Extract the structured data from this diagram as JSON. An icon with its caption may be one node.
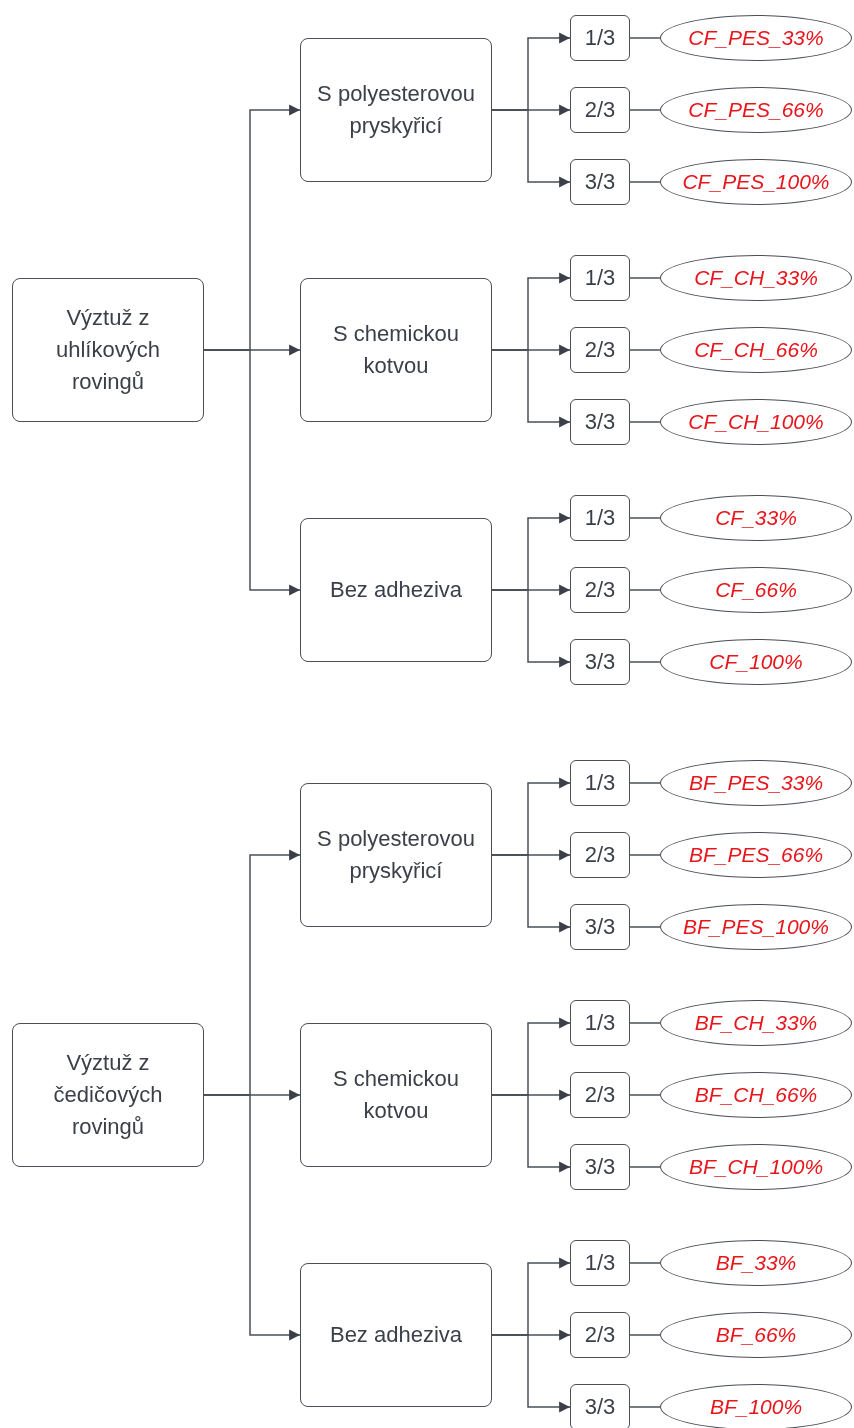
{
  "diagram": {
    "nodes": [
      {
        "text": [
          "Výztuž z uhlíkových rovingů"
        ]
      },
      {
        "text": [
          "S polyesterovou pryskyřicí"
        ]
      },
      {
        "text": [
          "1/3"
        ]
      },
      {
        "text": [
          "CF_PES_33%"
        ]
      },
      {
        "text": [
          "2/3"
        ]
      },
      {
        "text": [
          "CF_PES_66%"
        ]
      },
      {
        "text": [
          "3/3"
        ]
      },
      {
        "text": [
          "CF_PES_100%"
        ]
      },
      {
        "text": [
          "S chemickou kotvou"
        ]
      },
      {
        "text": [
          "1/3"
        ]
      },
      {
        "text": [
          "CF_CH_33%"
        ]
      },
      {
        "text": [
          "2/3"
        ]
      },
      {
        "text": [
          "CF_CH_66%"
        ]
      },
      {
        "text": [
          "3/3"
        ]
      },
      {
        "text": [
          "CF_CH_100%"
        ]
      },
      {
        "text": [
          "Bez adheziva"
        ]
      },
      {
        "text": [
          "1/3"
        ]
      },
      {
        "text": [
          "CF_33%"
        ]
      },
      {
        "text": [
          "2/3"
        ]
      },
      {
        "text": [
          "CF_66%"
        ]
      },
      {
        "text": [
          "3/3"
        ]
      },
      {
        "text": [
          "CF_100%"
        ]
      },
      {
        "text": [
          "Výztuž z čedičových rovingů"
        ]
      },
      {
        "text": [
          "S polyesterovou pryskyřicí"
        ]
      },
      {
        "text": [
          "1/3"
        ]
      },
      {
        "text": [
          "BF_PES_33%"
        ]
      },
      {
        "text": [
          "2/3"
        ]
      },
      {
        "text": [
          "BF_PES_66%"
        ]
      },
      {
        "text": [
          "3/3"
        ]
      },
      {
        "text": [
          "BF_PES_100%"
        ]
      },
      {
        "text": [
          "S chemickou kotvou"
        ]
      },
      {
        "text": [
          "1/3"
        ]
      },
      {
        "text": [
          "BF_CH_33%"
        ]
      },
      {
        "text": [
          "2/3"
        ]
      },
      {
        "text": [
          "BF_CH_66%"
        ]
      },
      {
        "text": [
          "3/3"
        ]
      },
      {
        "text": [
          "BF_CH_100%"
        ]
      },
      {
        "text": [
          "Bez adheziva"
        ]
      },
      {
        "text": [
          "1/3"
        ]
      },
      {
        "text": [
          "BF_33%"
        ]
      },
      {
        "text": [
          "2/3"
        ]
      },
      {
        "text": [
          "BF_66%"
        ]
      },
      {
        "text": [
          "3/3"
        ]
      },
      {
        "text": [
          "BF_100%"
        ]
      }
    ],
    "edges": [
      {
        "from": 0,
        "to": 1,
        "arrow": "to"
      },
      {
        "from": 0,
        "to": 8,
        "arrow": "to"
      },
      {
        "from": 0,
        "to": 15,
        "arrow": "to"
      },
      {
        "from": 1,
        "to": 2,
        "arrow": "to"
      },
      {
        "from": 1,
        "to": 4,
        "arrow": "to"
      },
      {
        "from": 1,
        "to": 6,
        "arrow": "to"
      },
      {
        "from": 2,
        "to": 3,
        "arrow": "none"
      },
      {
        "from": 4,
        "to": 5,
        "arrow": "none"
      },
      {
        "from": 6,
        "to": 7,
        "arrow": "none"
      },
      {
        "from": 8,
        "to": 9,
        "arrow": "to"
      },
      {
        "from": 8,
        "to": 11,
        "arrow": "to"
      },
      {
        "from": 8,
        "to": 13,
        "arrow": "to"
      },
      {
        "from": 9,
        "to": 10,
        "arrow": "none"
      },
      {
        "from": 11,
        "to": 12,
        "arrow": "none"
      },
      {
        "from": 13,
        "to": 14,
        "arrow": "none"
      },
      {
        "from": 15,
        "to": 16,
        "arrow": "to"
      },
      {
        "from": 15,
        "to": 18,
        "arrow": "to"
      },
      {
        "from": 15,
        "to": 20,
        "arrow": "to"
      },
      {
        "from": 16,
        "to": 17,
        "arrow": "none"
      },
      {
        "from": 18,
        "to": 19,
        "arrow": "none"
      },
      {
        "from": 20,
        "to": 21,
        "arrow": "none"
      },
      {
        "from": 22,
        "to": 23,
        "arrow": "to"
      },
      {
        "from": 22,
        "to": 30,
        "arrow": "to"
      },
      {
        "from": 22,
        "to": 37,
        "arrow": "to"
      },
      {
        "from": 23,
        "to": 24,
        "arrow": "to"
      },
      {
        "from": 23,
        "to": 26,
        "arrow": "to"
      },
      {
        "from": 23,
        "to": 28,
        "arrow": "to"
      },
      {
        "from": 24,
        "to": 25,
        "arrow": "none"
      },
      {
        "from": 26,
        "to": 27,
        "arrow": "none"
      },
      {
        "from": 28,
        "to": 29,
        "arrow": "none"
      },
      {
        "from": 30,
        "to": 31,
        "arrow": "to"
      },
      {
        "from": 30,
        "to": 33,
        "arrow": "to"
      },
      {
        "from": 30,
        "to": 35,
        "arrow": "to"
      },
      {
        "from": 31,
        "to": 32,
        "arrow": "none"
      },
      {
        "from": 33,
        "to": 34,
        "arrow": "none"
      },
      {
        "from": 35,
        "to": 36,
        "arrow": "none"
      },
      {
        "from": 37,
        "to": 38,
        "arrow": "to"
      },
      {
        "from": 37,
        "to": 40,
        "arrow": "to"
      },
      {
        "from": 37,
        "to": 42,
        "arrow": "to"
      },
      {
        "from": 38,
        "to": 39,
        "arrow": "none"
      },
      {
        "from": 40,
        "to": 41,
        "arrow": "none"
      },
      {
        "from": 42,
        "to": 43,
        "arrow": "none"
      }
    ]
  }
}
